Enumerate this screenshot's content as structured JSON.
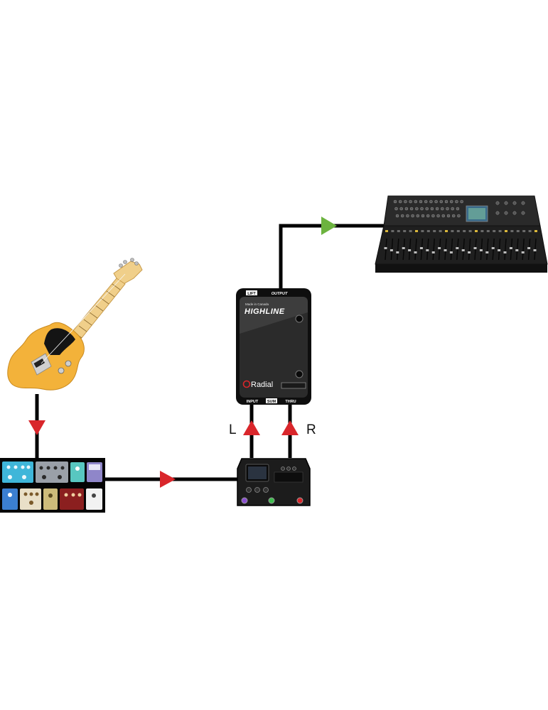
{
  "colors": {
    "cable": "#000000",
    "arrow_red": "#d9262b",
    "arrow_green": "#6cb33f",
    "box_body": "#2b2b2b",
    "brand_red": "#d9262b",
    "guitar_body": "#f3b23a",
    "guitar_neck": "#f0cf8a"
  },
  "icons": {
    "guitar": "electric-guitar-icon",
    "pedalboard": "pedalboard-icon",
    "multi_effects": "multi-effects-unit-icon",
    "di_box": "di-box-icon",
    "mixer": "mixing-console-icon"
  },
  "labels": {
    "left": "L",
    "right": "R"
  },
  "di_box": {
    "made_in": "Made in Canada",
    "model": "HIGHLINE",
    "brand": "Radial",
    "jack_lift": "LIFT",
    "jack_output": "OUTPUT",
    "jack_input": "INPUT",
    "jack_sum": "SUM",
    "jack_thru": "THRU"
  }
}
